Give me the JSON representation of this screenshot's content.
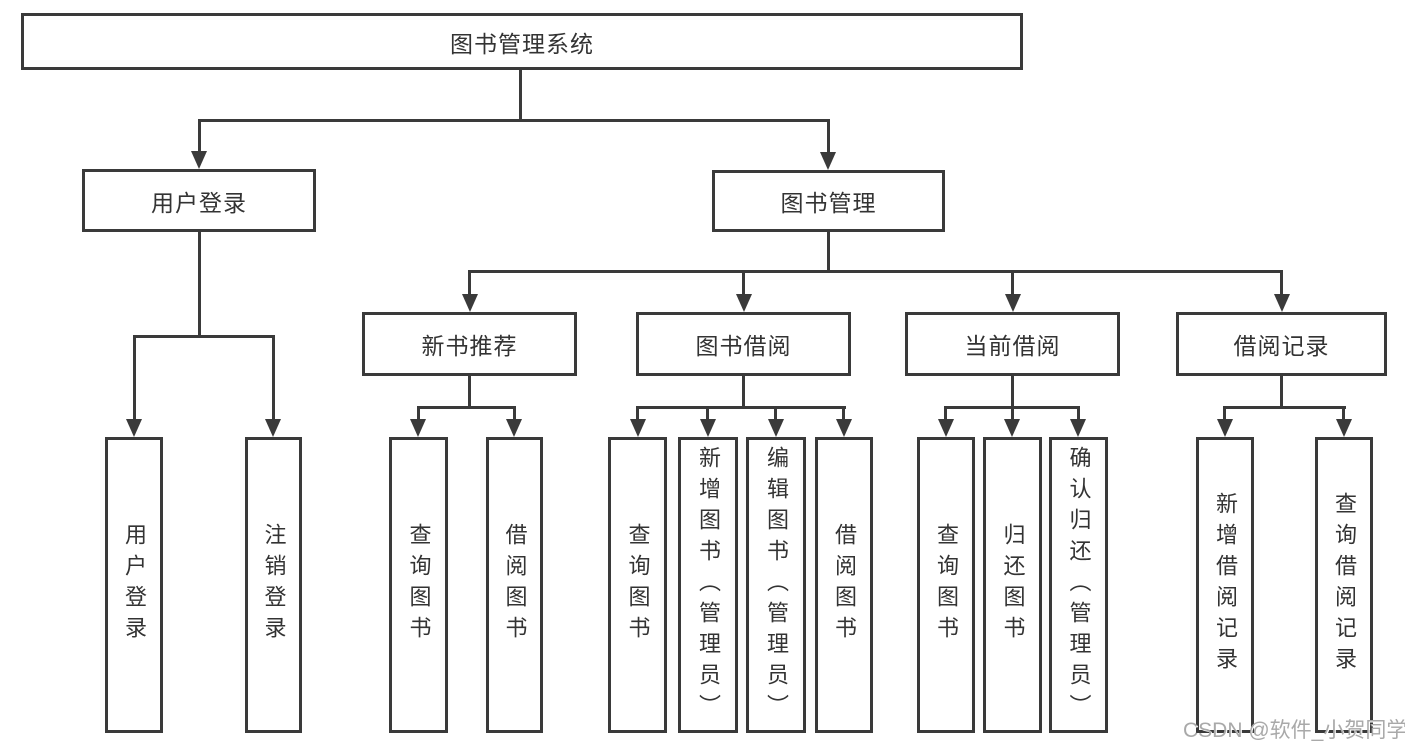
{
  "tree": {
    "root": {
      "label": "图书管理系统"
    },
    "user_login": {
      "label": "用户登录",
      "children": [
        {
          "label": "用户登录"
        },
        {
          "label": "注销登录"
        }
      ]
    },
    "book_mgmt": {
      "label": "图书管理",
      "children": [
        {
          "label": "新书推荐",
          "children": [
            {
              "label": "查询图书"
            },
            {
              "label": "借阅图书"
            }
          ]
        },
        {
          "label": "图书借阅",
          "children": [
            {
              "label": "查询图书"
            },
            {
              "label": "新增图书（管理员）"
            },
            {
              "label": "编辑图书（管理员）"
            },
            {
              "label": "借阅图书"
            }
          ]
        },
        {
          "label": "当前借阅",
          "children": [
            {
              "label": "查询图书"
            },
            {
              "label": "归还图书"
            },
            {
              "label": "确认归还（管理员）"
            }
          ]
        },
        {
          "label": "借阅记录",
          "children": [
            {
              "label": "新增借阅记录"
            },
            {
              "label": "查询借阅记录"
            }
          ]
        }
      ]
    }
  },
  "watermark": {
    "text": "CSDN @软件_小贺同学"
  },
  "colors": {
    "line": "#3a3a3a",
    "text": "#333333",
    "watermark": "#a9a9a9",
    "background": "#ffffff"
  }
}
